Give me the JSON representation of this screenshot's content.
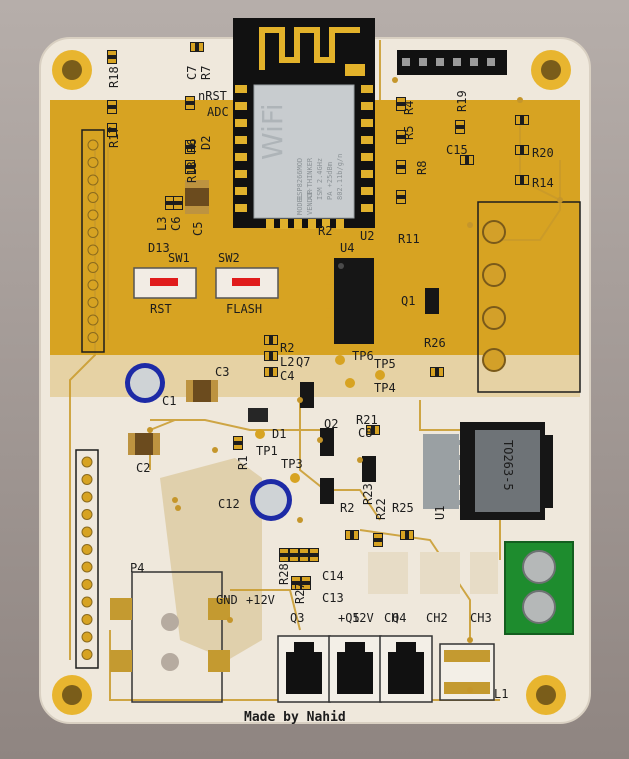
{
  "board": {
    "credit": "Made by Nahid",
    "colors": {
      "board": "#efe8dc",
      "copper": "#d7a322",
      "gold": "#e0b12c",
      "pad": "#c9a033",
      "silk": "#1d1d1d",
      "terminal": "#1e8c2e"
    }
  },
  "labels": {
    "R18": "R18",
    "C7": "C7",
    "R7": "R7",
    "nRST": "nRST",
    "ADC": "ADC",
    "R17": "R17",
    "R6": "R6",
    "D2": "D2",
    "R13": "R13",
    "C5": "C5",
    "L3": "L3",
    "C6": "C6",
    "D13": "D13",
    "SW1": "SW1",
    "SW2": "SW2",
    "RST": "RST",
    "FLASH": "FLASH",
    "R4": "R4",
    "R19": "R19",
    "R5": "R5",
    "R8": "R8",
    "C15": "C15",
    "R20": "R20",
    "R14": "R14",
    "R11": "R11",
    "R2top": "R2",
    "U2": "U2",
    "U4": "U4",
    "Q1": "Q1",
    "R26": "R26",
    "R2": "R2",
    "L2": "L2",
    "Q7": "Q7",
    "C4": "C4",
    "TP6": "TP6",
    "TP5": "TP5",
    "TP4": "TP4",
    "C3": "C3",
    "C1": "C1",
    "D1": "D1",
    "TP1": "TP1",
    "R1": "R1",
    "C2": "C2",
    "TP3": "TP3",
    "Q2": "Q2",
    "R21": "R21",
    "C8": "C8",
    "C12": "C12",
    "R23": "R23",
    "R22": "R22",
    "R2b": "R2",
    "R25": "R25",
    "U1": "U1",
    "TO263": "TO263-5",
    "P4": "P4",
    "GND": "GND",
    "V12": "+12V",
    "R28": "R28",
    "C14": "C14",
    "C13": "C13",
    "R27": "R27",
    "Q3": "Q3",
    "Q5": "+Q5",
    "Q5b": "12V",
    "CH1": "CH",
    "Q4": "Q4",
    "CH2": "CH2",
    "CH3": "CH3",
    "L1": "L1"
  },
  "module": {
    "wifi": "WiFi",
    "lines": [
      "ESP8266MOD",
      "AI-THINKER",
      "ISM 2.4GHz",
      "PA +25dBm",
      "802.11b/g/n"
    ],
    "side": [
      "MODEL",
      "VENDOR"
    ]
  }
}
